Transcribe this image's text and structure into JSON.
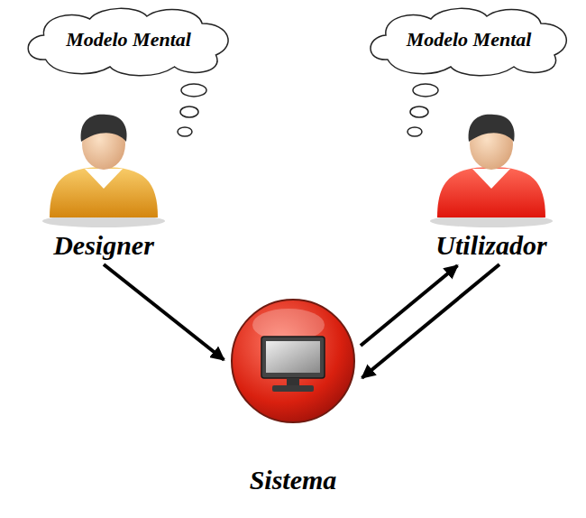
{
  "diagram": {
    "nodes": [
      {
        "text": [
          "Modelo Mental"
        ]
      },
      {
        "text": [
          "Modelo Mental"
        ]
      },
      {
        "text": [
          "Designer"
        ]
      },
      {
        "text": [
          "Utilizador"
        ]
      },
      {
        "text": [
          "Sistema"
        ]
      }
    ],
    "edges": [
      {
        "from": 2,
        "to": 4,
        "arrow": "to"
      },
      {
        "from": 4,
        "to": 3,
        "arrow": "to"
      },
      {
        "from": 3,
        "to": 4,
        "arrow": "to"
      }
    ]
  }
}
